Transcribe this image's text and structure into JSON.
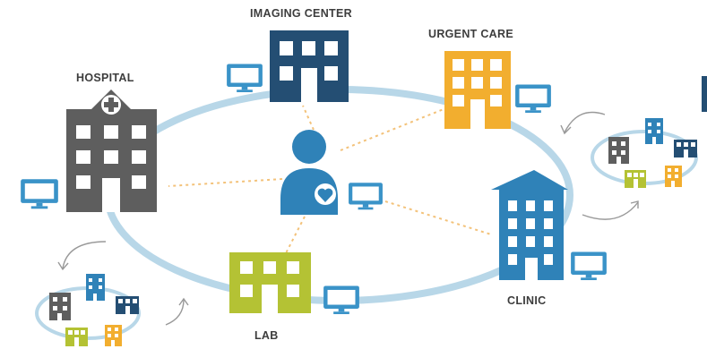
{
  "labels": {
    "imaging_center": "IMAGING CENTER",
    "urgent_care": "URGENT CARE",
    "hospital": "HOSPITAL",
    "clinic": "CLINIC",
    "lab": "LAB"
  },
  "colors": {
    "ring": "#b8d7e8",
    "dotted_link": "#f3c27a",
    "hospital": "#5e5e5e",
    "imaging_center": "#244e73",
    "urgent_care": "#f2ae2f",
    "clinic": "#2f82b8",
    "lab": "#b4c234",
    "patient": "#2f82b8",
    "monitor": "#3a93c8",
    "arrow": "#999999"
  },
  "icons": [
    "hospital-building-icon",
    "imaging-center-building-icon",
    "urgent-care-building-icon",
    "clinic-building-icon",
    "lab-building-icon",
    "patient-heart-icon",
    "computer-monitor-icon",
    "mini-network-icon",
    "curved-arrow-icon"
  ]
}
